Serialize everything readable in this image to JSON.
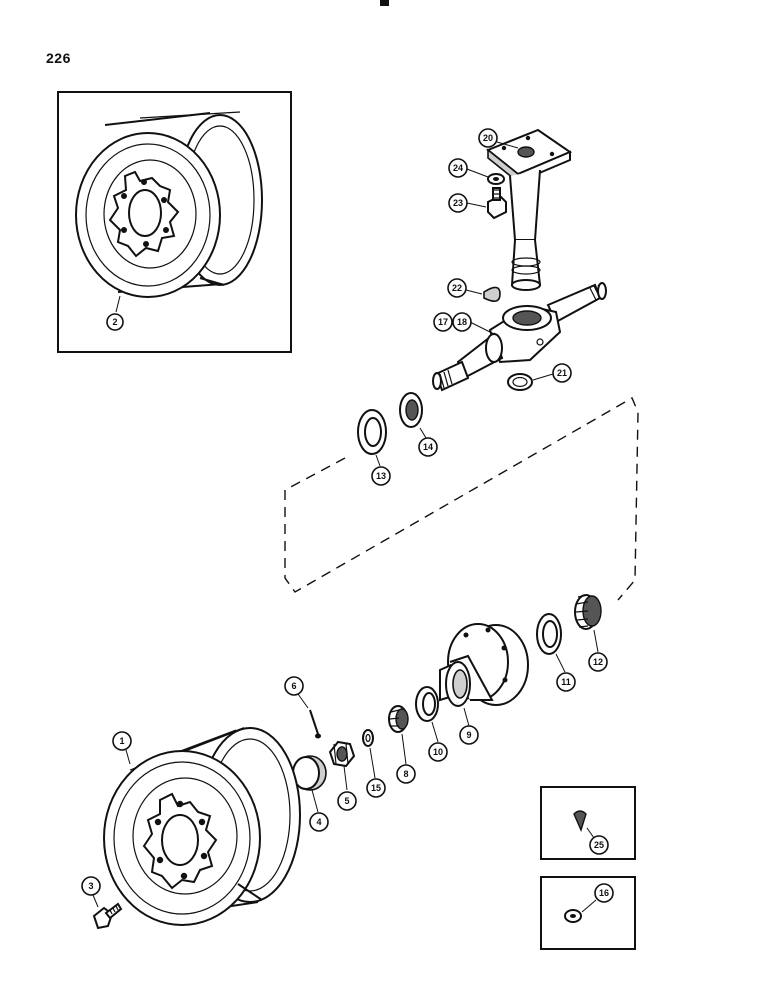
{
  "page_number": "226",
  "callouts": {
    "c1": "1",
    "c2": "2",
    "c3": "3",
    "c4": "4",
    "c5": "5",
    "c6": "6",
    "c8": "8",
    "c9": "9",
    "c10": "10",
    "c11": "11",
    "c12": "12",
    "c13": "13",
    "c14": "14",
    "c15": "15",
    "c16": "16",
    "c17": "17",
    "c18": "18",
    "c20": "20",
    "c21": "21",
    "c22": "22",
    "c23": "23",
    "c24": "24",
    "c25": "25"
  }
}
